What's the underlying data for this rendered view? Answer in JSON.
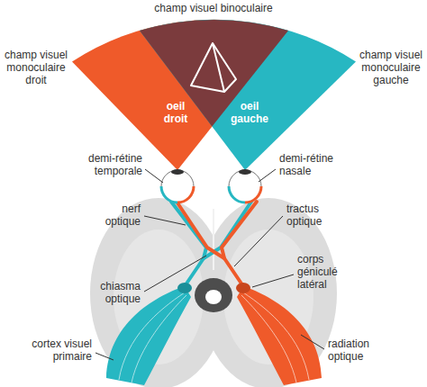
{
  "diagram": {
    "labels": [
      "champ visuel binoculaire",
      "champ visuel monoculaire droit",
      "champ visuel monoculaire gauche",
      "oeil droit",
      "oeil gauche",
      "demi-rétine temporale",
      "demi-rétine nasale",
      "nerf optique",
      "tractus optique",
      "chiasma optique",
      "corps géniculé latéral",
      "cortex visuel primaire",
      "radiation optique"
    ]
  }
}
